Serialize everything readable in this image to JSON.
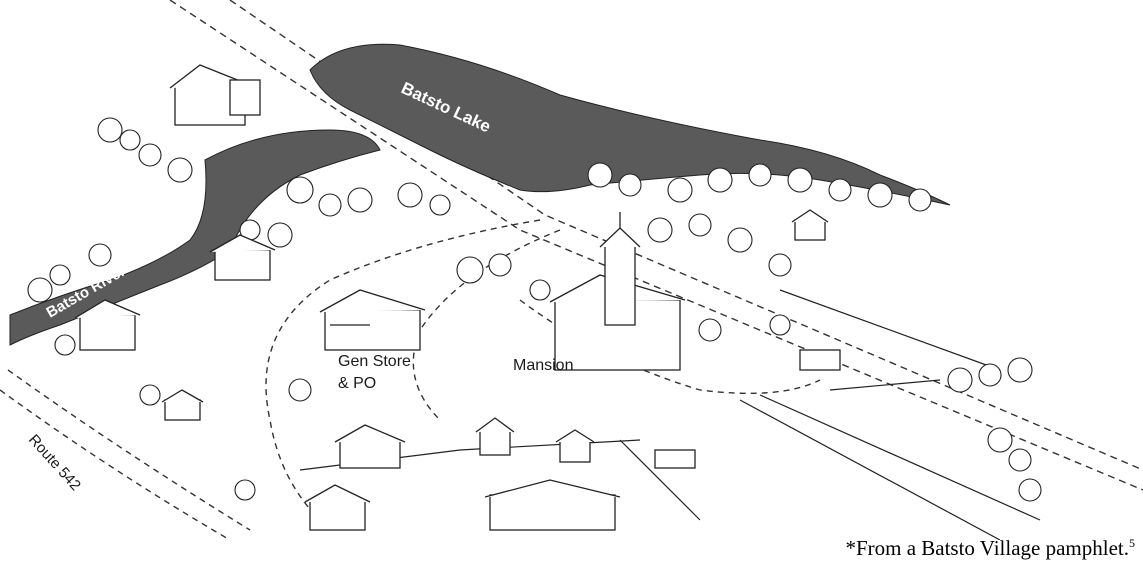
{
  "map": {
    "labels": {
      "lake": "Batsto Lake",
      "river": "Batsto River",
      "store": "Gen Store",
      "store_line2": "& PO",
      "mansion": "Mansion",
      "route": "Route 542"
    }
  },
  "caption": {
    "text": "*From a Batsto Village pamphlet.",
    "footnote": "5"
  }
}
